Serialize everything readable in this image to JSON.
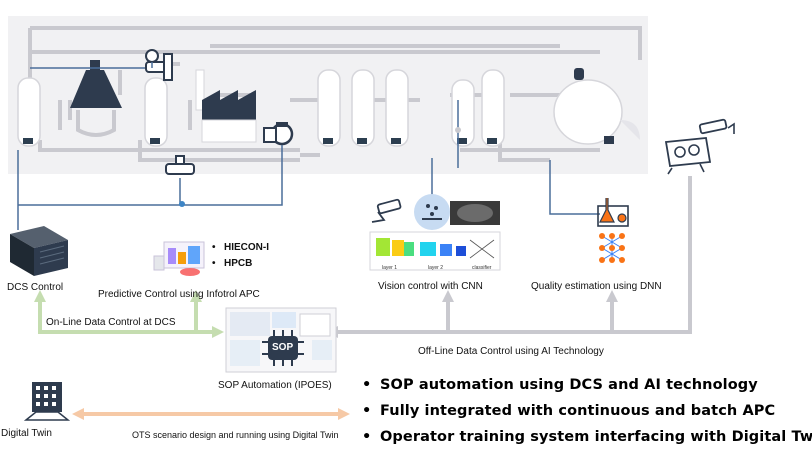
{
  "labels": {
    "dcs_control": "DCS Control",
    "predictive_control": "Predictive Control using Infotrol APC",
    "vision_control": "Vision control with CNN",
    "quality_estimation": "Quality estimation using DNN",
    "online_data_control": "On-Line Data Control at DCS",
    "offline_data_control": "Off-Line Data Control using AI Technology",
    "sop_automation": "SOP Automation (IPOES)",
    "digital_twin": "Digital Twin",
    "ots_scenario": "OTS scenario design and running using Digital Twin",
    "sop_badge": "SOP",
    "cnn_layer1": "layer 1",
    "cnn_layer2": "layer 2",
    "cnn_classifier": "classifier"
  },
  "apc_items": [
    "HIECON-I",
    "HPCB"
  ],
  "bullets": [
    "SOP automation using DCS and AI technology",
    "Fully integrated with continuous and batch APC",
    "Operator training system interfacing with Digital Twin"
  ],
  "colors": {
    "plant_background": "#f1f1f3",
    "pipe": "#c9c9cf",
    "online_arrow": "#c5ddb0",
    "offline_arrow": "#c9c9cf",
    "ots_arrow": "#f6c9a6",
    "signal_line": "#4a6e9a",
    "accent_blue": "#3d85c6"
  },
  "icons": [
    "dcs-server-icon",
    "apc-screen-icon",
    "camera-icon",
    "defect-pattern-icon",
    "cnn-network-icon",
    "lab-flask-icon",
    "neural-network-icon",
    "sop-chip-icon",
    "digital-twin-building-icon",
    "cctv-drone-icon",
    "factory-icon",
    "pump-icon",
    "valve-icon",
    "sphere-tank-icon"
  ]
}
